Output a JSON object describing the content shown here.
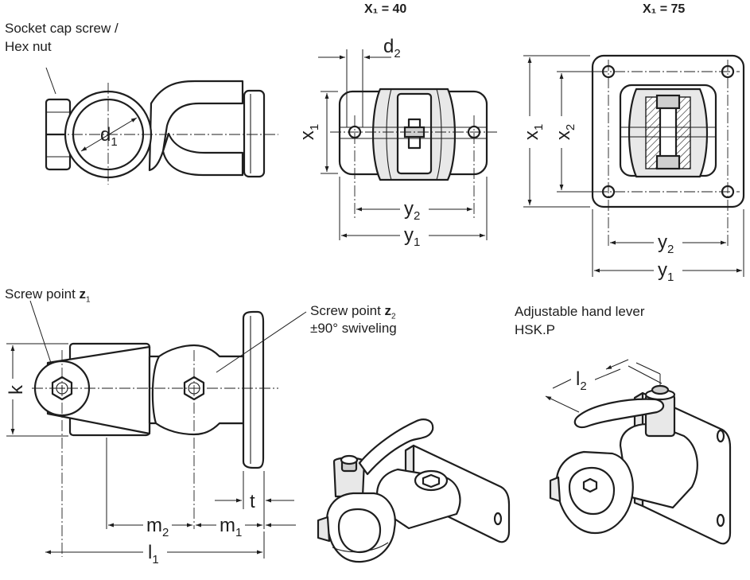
{
  "headers": {
    "x1_40": "X₁ = 40",
    "x1_75": "X₁ = 75"
  },
  "callouts": {
    "socket_cap_line1": "Socket cap screw /",
    "socket_cap_line2": "Hex nut",
    "screw_point_z1_text": "Screw point ",
    "screw_point_z1_sym": "z",
    "screw_point_z1_sub": "1",
    "screw_point_z2_text": "Screw point ",
    "screw_point_z2_sym": "z",
    "screw_point_z2_sub": "2",
    "swiveling": "±90° swiveling",
    "hand_lever_line1": "Adjustable hand lever",
    "hand_lever_line2": "HSK.P"
  },
  "dims": {
    "d1": "d",
    "d1_sub": "1",
    "d2": "d",
    "d2_sub": "2",
    "x1": "x",
    "x1_sub": "1",
    "x2": "x",
    "x2_sub": "2",
    "y1": "y",
    "y1_sub": "1",
    "y2": "y",
    "y2_sub": "2",
    "k": "k",
    "t": "t",
    "m1": "m",
    "m1_sub": "1",
    "m2": "m",
    "m2_sub": "2",
    "l1": "l",
    "l1_sub": "1",
    "l2": "l",
    "l2_sub": "2"
  }
}
